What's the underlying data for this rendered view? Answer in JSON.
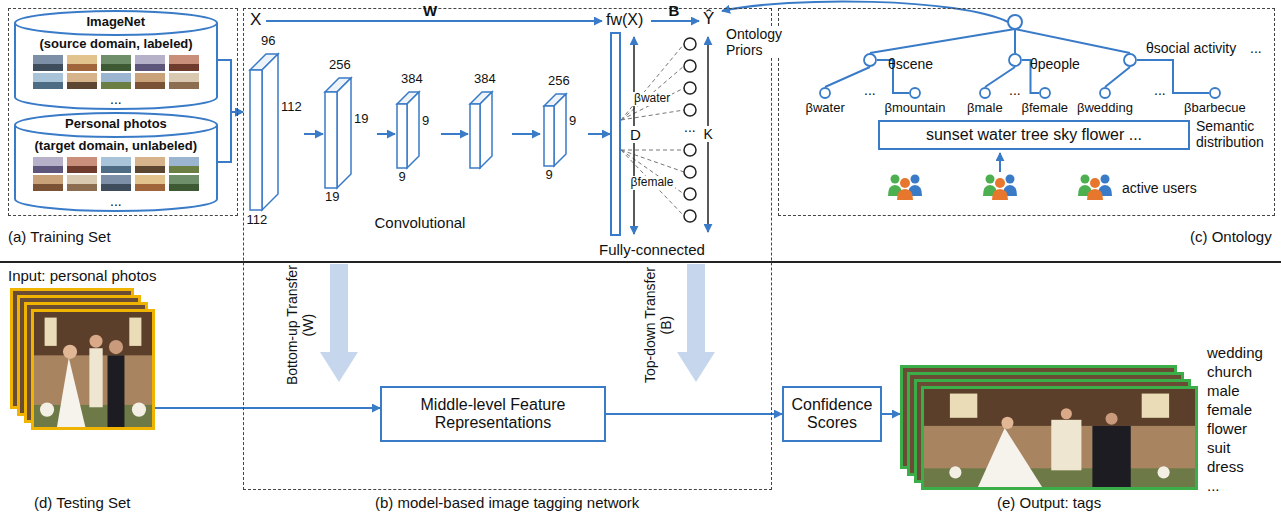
{
  "diagram": {
    "nodes": [
      {
        "text": [
          "(a) Training Set"
        ]
      },
      {
        "text": [
          "ImageNet",
          "(source domain, labeled)"
        ],
        "in": 0
      },
      {
        "text": [
          "Personal photos",
          "(target domain, unlabeled)"
        ],
        "in": 0
      },
      {
        "text": [
          "(b) model-based image tagging network"
        ]
      },
      {
        "text": [
          "96",
          "112",
          "112"
        ],
        "in": 3
      },
      {
        "text": [
          "256",
          "19",
          "19"
        ],
        "in": 3
      },
      {
        "text": [
          "384",
          "9",
          "9"
        ],
        "in": 3
      },
      {
        "text": [
          "384"
        ],
        "in": 3
      },
      {
        "text": [
          "256",
          "9",
          "9"
        ],
        "in": 3
      },
      {
        "text": [
          "D"
        ],
        "in": 3
      },
      {
        "text": [
          "Middle-level Feature Representations"
        ],
        "in": 3
      },
      {
        "text": [
          "Confidence Scores"
        ]
      },
      {
        "text": [
          "(c) Ontology"
        ]
      },
      {
        "text": [
          "θscene"
        ],
        "in": 12
      },
      {
        "text": [
          "θpeople"
        ],
        "in": 12
      },
      {
        "text": [
          "θsocial activity"
        ],
        "in": 12
      },
      {
        "text": [
          "βwater"
        ],
        "in": 12
      },
      {
        "text": [
          "βmountain"
        ],
        "in": 12
      },
      {
        "text": [
          "βmale"
        ],
        "in": 12
      },
      {
        "text": [
          "βfemale"
        ],
        "in": 12
      },
      {
        "text": [
          "βwedding"
        ],
        "in": 12
      },
      {
        "text": [
          "βbarbecue"
        ],
        "in": 12
      },
      {
        "text": [
          "sunset water tree sky flower ..."
        ],
        "in": 12
      },
      {
        "text": [
          "(d) Testing Set"
        ]
      },
      {
        "text": [
          "(e) Output: tags"
        ]
      }
    ],
    "edges": [
      {
        "from": 1,
        "to": 3,
        "arrow": "to"
      },
      {
        "from": 2,
        "to": 3,
        "arrow": "to"
      },
      {
        "from": 4,
        "to": 5,
        "arrow": "to"
      },
      {
        "from": 5,
        "to": 6,
        "arrow": "to"
      },
      {
        "from": 6,
        "to": 7,
        "arrow": "to"
      },
      {
        "from": 7,
        "to": 8,
        "arrow": "to"
      },
      {
        "from": 8,
        "to": 9,
        "arrow": "to"
      },
      {
        "from": 23,
        "to": 10,
        "arrow": "to"
      },
      {
        "from": 10,
        "to": 11,
        "arrow": "to"
      },
      {
        "from": 11,
        "to": 24,
        "arrow": "to"
      },
      {
        "from": 13,
        "to": 16,
        "arrow": "none"
      },
      {
        "from": 13,
        "to": 17,
        "arrow": "none"
      },
      {
        "from": 14,
        "to": 18,
        "arrow": "none"
      },
      {
        "from": 14,
        "to": 19,
        "arrow": "none"
      },
      {
        "from": 15,
        "to": 20,
        "arrow": "none"
      },
      {
        "from": 15,
        "to": 21,
        "arrow": "none"
      }
    ],
    "labels": [
      "X",
      "W",
      "fw(X)",
      "B",
      "Ŷ",
      "Ontology Priors",
      "...",
      "...",
      "Convolutional",
      "Fully-connected",
      "βwater",
      "βfemale",
      "K",
      "...",
      "...",
      "...",
      "...",
      "...",
      "Semantic distribution",
      "active users",
      "Input: personal photos",
      "Bottom-up Transfer (W)",
      "Top-down Transfer (B)",
      "wedding",
      "church",
      "male",
      "female",
      "flower",
      "suit",
      "dress",
      "..."
    ]
  }
}
